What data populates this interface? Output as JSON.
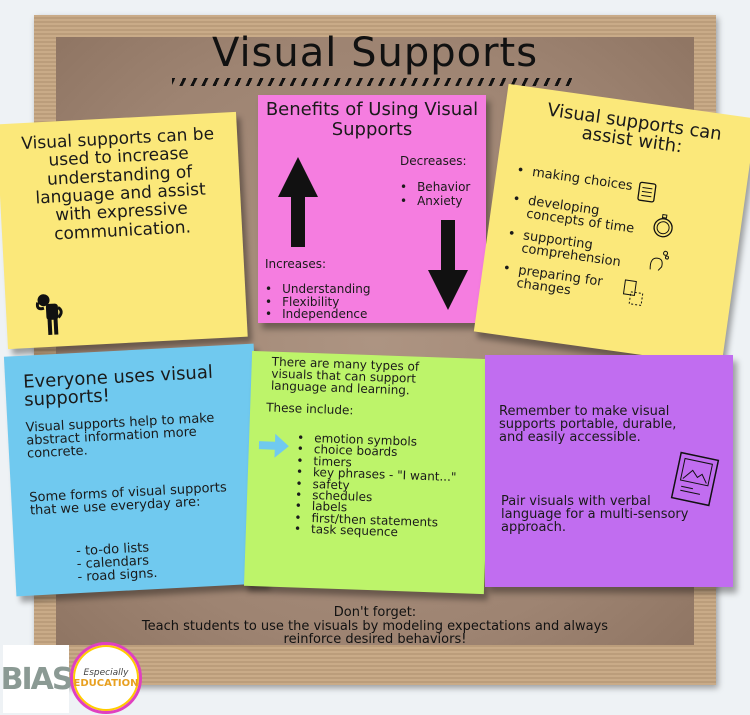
{
  "title": "Visual Supports",
  "notes": {
    "yellow_left": {
      "text": "Visual supports can be used to increase understanding of language and assist with expressive communication.",
      "icon": "thinking-person-icon"
    },
    "pink": {
      "heading": "Benefits of Using Visual Supports",
      "decreases_label": "Decreases:",
      "decreases": [
        "Behavior",
        "Anxiety"
      ],
      "increases_label": "Increases:",
      "increases": [
        "Understanding",
        "Flexibility",
        "Independence"
      ]
    },
    "yellow_right": {
      "heading": "Visual supports can assist with:",
      "items": [
        {
          "label": "making choices",
          "icon": "checklist-icon"
        },
        {
          "label": "developing concepts of time",
          "icon": "stopwatch-icon"
        },
        {
          "label": "supporting comprehension",
          "icon": "thinking-head-icon"
        },
        {
          "label": "preparing for changes",
          "icon": "document-change-icon"
        }
      ]
    },
    "blue": {
      "heading": "Everyone uses visual supports!",
      "p1": "Visual supports help to make abstract information more concrete.",
      "p2": "Some forms of visual supports that we use everyday are:",
      "items": [
        "- to-do lists",
        "- calendars",
        "- road signs."
      ]
    },
    "green": {
      "p1": "There are many types of visuals that can support language and learning.",
      "p2": "These include:",
      "items": [
        "emotion symbols",
        "choice boards",
        "timers",
        "key phrases - \"I want...\"",
        "safety",
        "schedules",
        "labels",
        "first/then statements",
        "task sequence"
      ]
    },
    "purple": {
      "p1": "Remember to make visual supports portable, durable, and easily accessible.",
      "p2": "Pair visuals with verbal language for a multi-sensory approach.",
      "icon": "photo-card-icon"
    }
  },
  "footer": {
    "line1": "Don't forget:",
    "line2": "Teach students to use the  visuals by modeling expectations and always",
    "line3": "reinforce desired behaviors!"
  },
  "logos": {
    "bias": "BIAS",
    "edu_line1": "Especially",
    "edu_line2": "EDUCATION"
  }
}
